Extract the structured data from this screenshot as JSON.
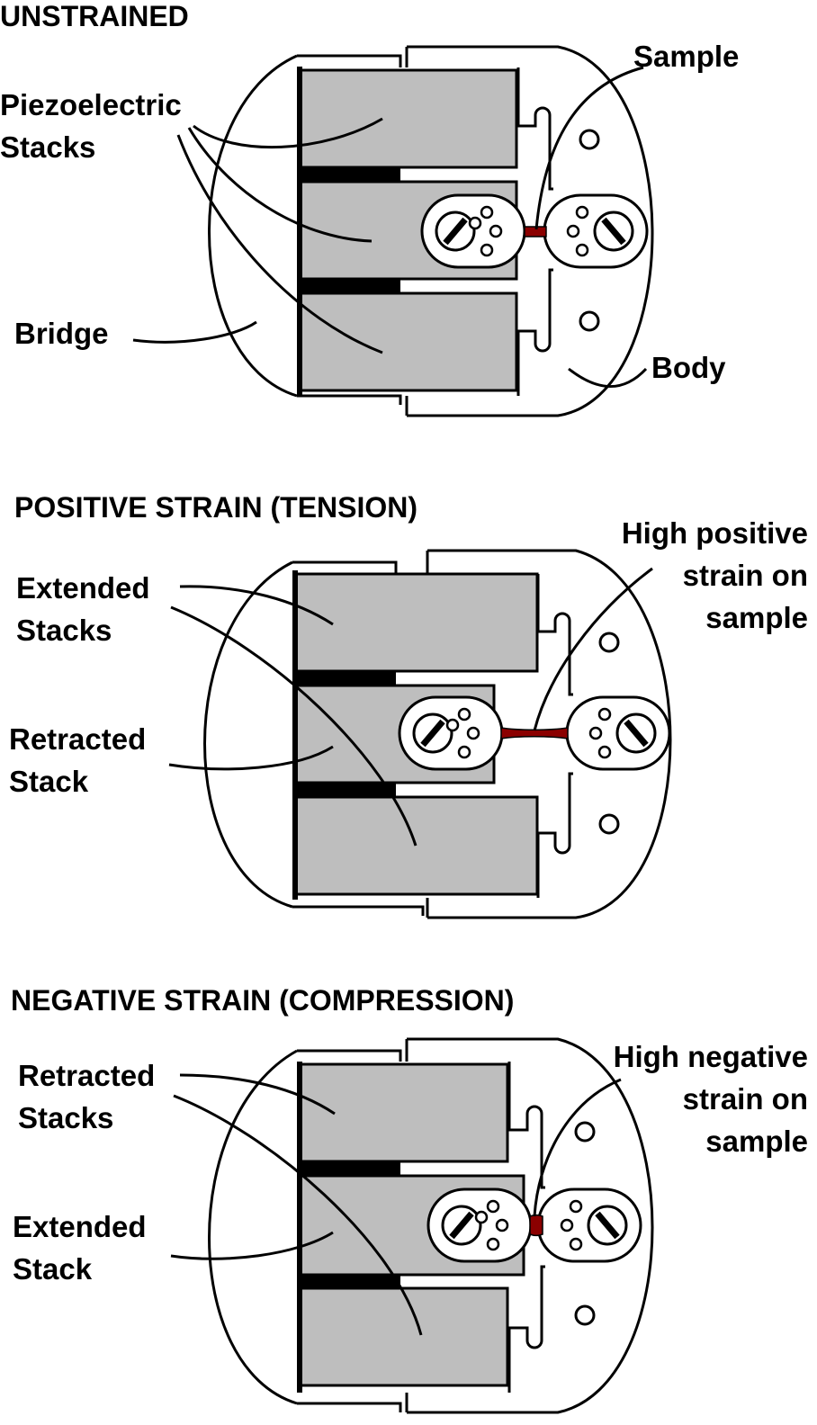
{
  "colors": {
    "stack_fill": "#bebebe",
    "sample": "#8b0000",
    "line": "#000000",
    "background": "#ffffff"
  },
  "panels": [
    {
      "title": "UNSTRAINED",
      "labels": {
        "stacks_1": "Piezoelectric",
        "stacks_2": "Stacks",
        "sample": "Sample",
        "bridge": "Bridge",
        "body": "Body"
      }
    },
    {
      "title": "POSITIVE STRAIN (TENSION)",
      "labels": {
        "extended_1": "Extended",
        "extended_2": "Stacks",
        "retracted_1": "Retracted",
        "retracted_2": "Stack",
        "strain_1": "High positive",
        "strain_2": "strain on",
        "strain_3": "sample"
      }
    },
    {
      "title": "NEGATIVE STRAIN (COMPRESSION)",
      "labels": {
        "retracted_1": "Retracted",
        "retracted_2": "Stacks",
        "extended_1": "Extended",
        "extended_2": "Stack",
        "strain_1": "High negative",
        "strain_2": "strain on",
        "strain_3": "sample"
      }
    }
  ]
}
